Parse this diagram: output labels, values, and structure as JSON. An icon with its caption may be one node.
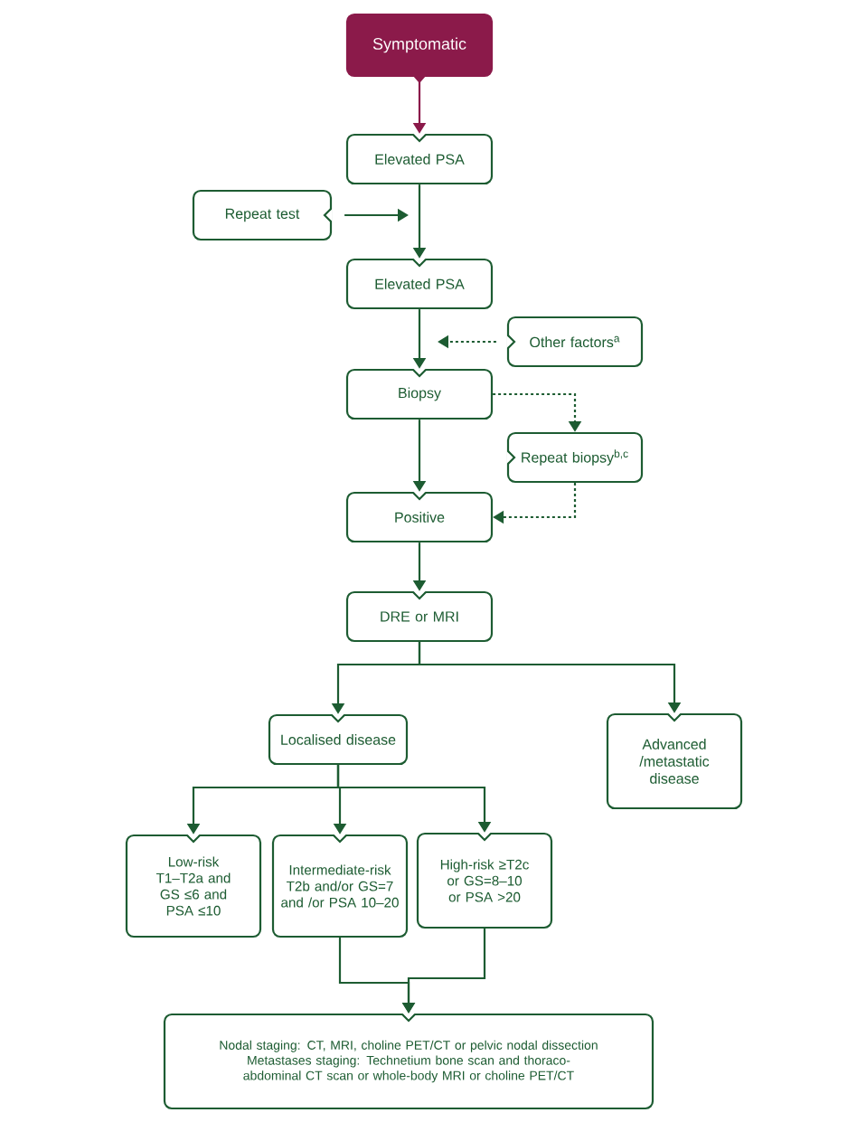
{
  "diagram": {
    "nodes": [
      {
        "text": [
          "Symptomatic"
        ]
      },
      {
        "text": [
          "Elevated PSA"
        ]
      },
      {
        "text": [
          "Repeat test"
        ]
      },
      {
        "text": [
          "Elevated PSA"
        ]
      },
      {
        "text": [
          "Other factors$^{a}$"
        ]
      },
      {
        "text": [
          "Biopsy"
        ]
      },
      {
        "text": [
          "Repeat biopsy$^{b,c}$"
        ]
      },
      {
        "text": [
          "Positive"
        ]
      },
      {
        "text": [
          "DRE or MRI"
        ]
      },
      {
        "text": [
          "Localised disease"
        ]
      },
      {
        "text": [
          "Advanced /metastatic disease"
        ]
      },
      {
        "text": [
          "Low-risk T1–T2a and GS ≤6 and PSA ≤10"
        ]
      },
      {
        "text": [
          "Intermediate-risk T2b and/or GS=7 and /or PSA 10–20"
        ]
      },
      {
        "text": [
          "High-risk ≥T2c or GS=8–10 or PSA >20"
        ]
      },
      {
        "text": [
          "Nodal staging: CT, MRI, choline PET/CT or pelvic nodal dissection Metastases staging: Technetium bone scan and thoraco-abdominal CT scan or whole-body MRI or choline PET/CT"
        ]
      }
    ],
    "edges": [
      {
        "from": 0,
        "to": 1,
        "arrow": "to",
        "color": "#8b1a4a"
      },
      {
        "from": 1,
        "to": 3,
        "arrow": "to"
      },
      {
        "from": 2,
        "to": null,
        "arrow": "to"
      },
      {
        "from": 3,
        "to": 5,
        "arrow": "to"
      },
      {
        "from": 4,
        "to": null,
        "arrow": "to",
        "style": "dashed"
      },
      {
        "from": 5,
        "to": 6,
        "arrow": "to",
        "style": "dashed"
      },
      {
        "from": 6,
        "to": 7,
        "arrow": "to",
        "style": "dashed"
      },
      {
        "from": 5,
        "to": 7,
        "arrow": "to"
      },
      {
        "from": 7,
        "to": 8,
        "arrow": "to"
      },
      {
        "from": 8,
        "to": 9,
        "arrow": "to"
      },
      {
        "from": 8,
        "to": 10,
        "arrow": "to"
      },
      {
        "from": 9,
        "to": 11,
        "arrow": "to"
      },
      {
        "from": 9,
        "to": 12,
        "arrow": "to"
      },
      {
        "from": 9,
        "to": 13,
        "arrow": "to"
      },
      {
        "from": 12,
        "to": 14,
        "arrow": "to"
      },
      {
        "from": 13,
        "to": 14,
        "arrow": "to"
      }
    ]
  }
}
